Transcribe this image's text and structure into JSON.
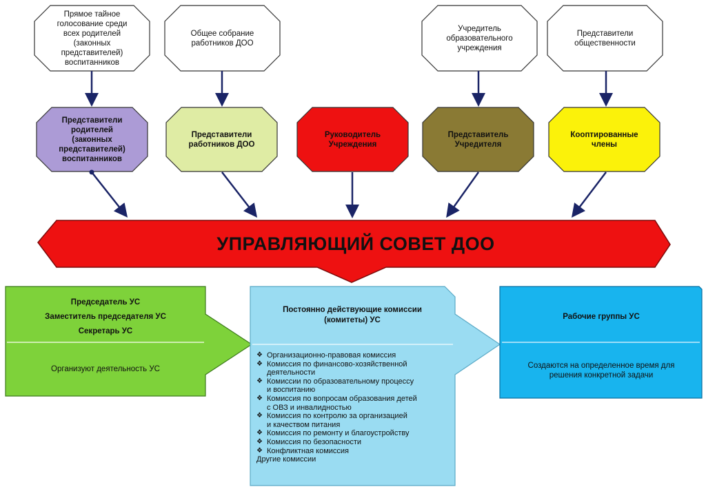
{
  "sources": [
    "Прямое тайное\nголосование среди\nвсех родителей\n(законных\nпредставителей)\nвоспитанников",
    "Общее собрание\nработников ДОО",
    "Учредитель\nобразовательного\nучреждения",
    "Представители\nобщественности"
  ],
  "representatives": [
    {
      "text": "Представители\nродителей",
      "text2": "(законных\nпредставителей)\nвоспитанников",
      "color": "#ac9bd6"
    },
    {
      "text": "Представители\nработников ДОО",
      "text2": "",
      "color": "#dfeca4"
    },
    {
      "text": "Руководитель\nУчреждения",
      "text2": "",
      "color": "#ee1111"
    },
    {
      "text": "Представитель\nУчредителя",
      "text2": "",
      "color": "#8a7a34"
    },
    {
      "text": "Кооптированные\nчлены",
      "text2": "",
      "color": "#fbf20a"
    }
  ],
  "council": {
    "title": "УПРАВЛЯЮЩИЙ СОВЕТ ДОО",
    "color": "#ee1111"
  },
  "left_box": {
    "lines": [
      "Председатель УС",
      "Заместитель председателя УС",
      "Секретарь УС"
    ],
    "text": "Организуют деятельность УС",
    "color": "#7ed23a"
  },
  "center_box": {
    "title": "Постоянно действующие комиссии\n(комитеты) УС",
    "items": [
      "Организационно-правовая комиссия",
      "Комиссия по финансово-хозяйственной\nдеятельности",
      "Комиссии по образовательному процессу\nи воспитанию",
      "Комиссия по вопросам образования детей\nс ОВЗ и инвалидностью",
      "Комиссия по контролю за организацией\nи качеством питания",
      "Комиссия по ремонту и благоустройству",
      "Комиссия по безопасности",
      "Конфликтная комиссия"
    ],
    "other": "Другие комиссии",
    "color": "#9adcf2"
  },
  "right_box": {
    "title": "Рабочие группы УС",
    "text": "Создаются на определенное время для\nрешения конкретной задачи",
    "color": "#18b4ee"
  },
  "colors": {
    "arrow": "#1a2466",
    "outline": "#333333"
  }
}
